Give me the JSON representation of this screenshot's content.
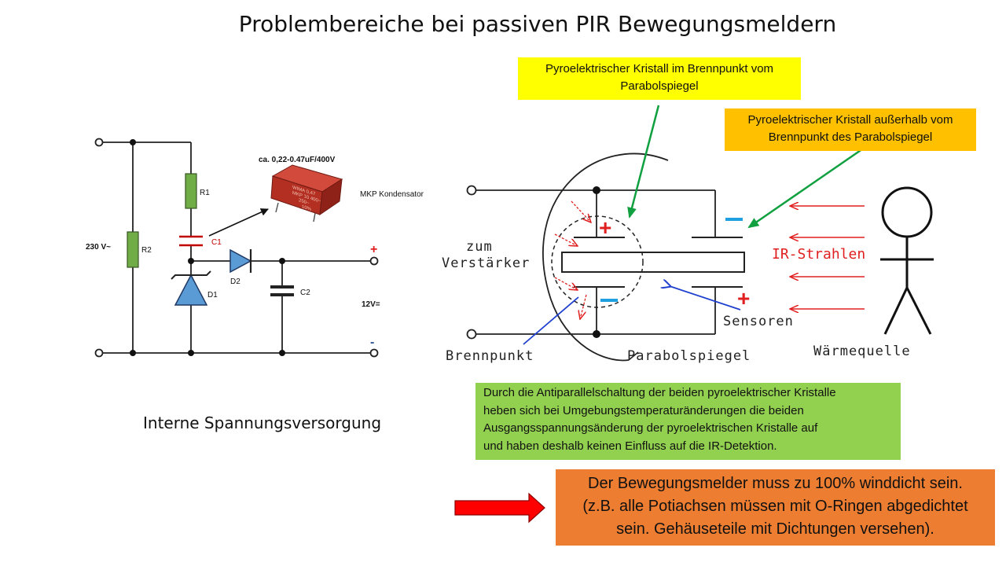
{
  "title": "Problembereiche bei passiven PIR Bewegungsmeldern",
  "notes": {
    "yellow": [
      "Pyroelektrischer Kristall im Brennpunkt vom",
      "Parabolspiegel"
    ],
    "orange_top": [
      "Pyroelektrischer Kristall außerhalb vom",
      "Brennpunkt des Parabolspiegel"
    ],
    "green": [
      "Durch die Antiparallelschaltung der beiden pyroelektrischer Kristalle",
      "heben sich bei Umgebungstemperaturänderungen die beiden",
      "Ausgangsspannungsänderung der pyroelektrischen Kristalle  auf",
      "und haben deshalb keinen Einfluss  auf die IR-Detektion."
    ],
    "orange_bottom": [
      "Der Bewegungsmelder muss zu 100% winddicht sein.",
      "(z.B. alle Potiachsen müssen mit O-Ringen abgedichtet",
      "sein. Gehäuseteile mit Dichtungen versehen)."
    ]
  },
  "circuit": {
    "caption": "Interne Spannungsversorgung",
    "supply": "230 V~",
    "output": "12V=",
    "plus": "+",
    "minus": "-",
    "r1": "R1",
    "r2": "R2",
    "c1": "C1",
    "c2": "C2",
    "d1": "D1",
    "d2": "D2",
    "capacitor_rating": "ca. 0,22-0.47uF/400V",
    "capacitor_type": "MKP Kondensator",
    "capacitor_print": [
      "WIMA 0,47",
      "MKP 10 400~",
      "250~",
      "10%"
    ]
  },
  "sensor": {
    "zum_verstaerker": [
      "zum",
      "Verstärker"
    ],
    "ir_strahlen": "IR-Strahlen",
    "sensoren": "Sensoren",
    "brennpunkt": "Brennpunkt",
    "parabolspiegel": "Parabolspiegel",
    "waermequelle": "Wärmequelle",
    "plus": "+",
    "minus": "−"
  },
  "colors": {
    "yellow_box": "#ffff00",
    "orange_box": "#ffc000",
    "green_box": "#92d050",
    "bottom_box": "#ed7d31",
    "resistor": "#70ad47",
    "diode": "#5b9bd5",
    "plus_red": "#e02020",
    "minus_blue": "#1ea0e0",
    "pointer_green": "#10a040",
    "pointer_blue": "#2040d0",
    "arrow_red": "#ff0000"
  }
}
